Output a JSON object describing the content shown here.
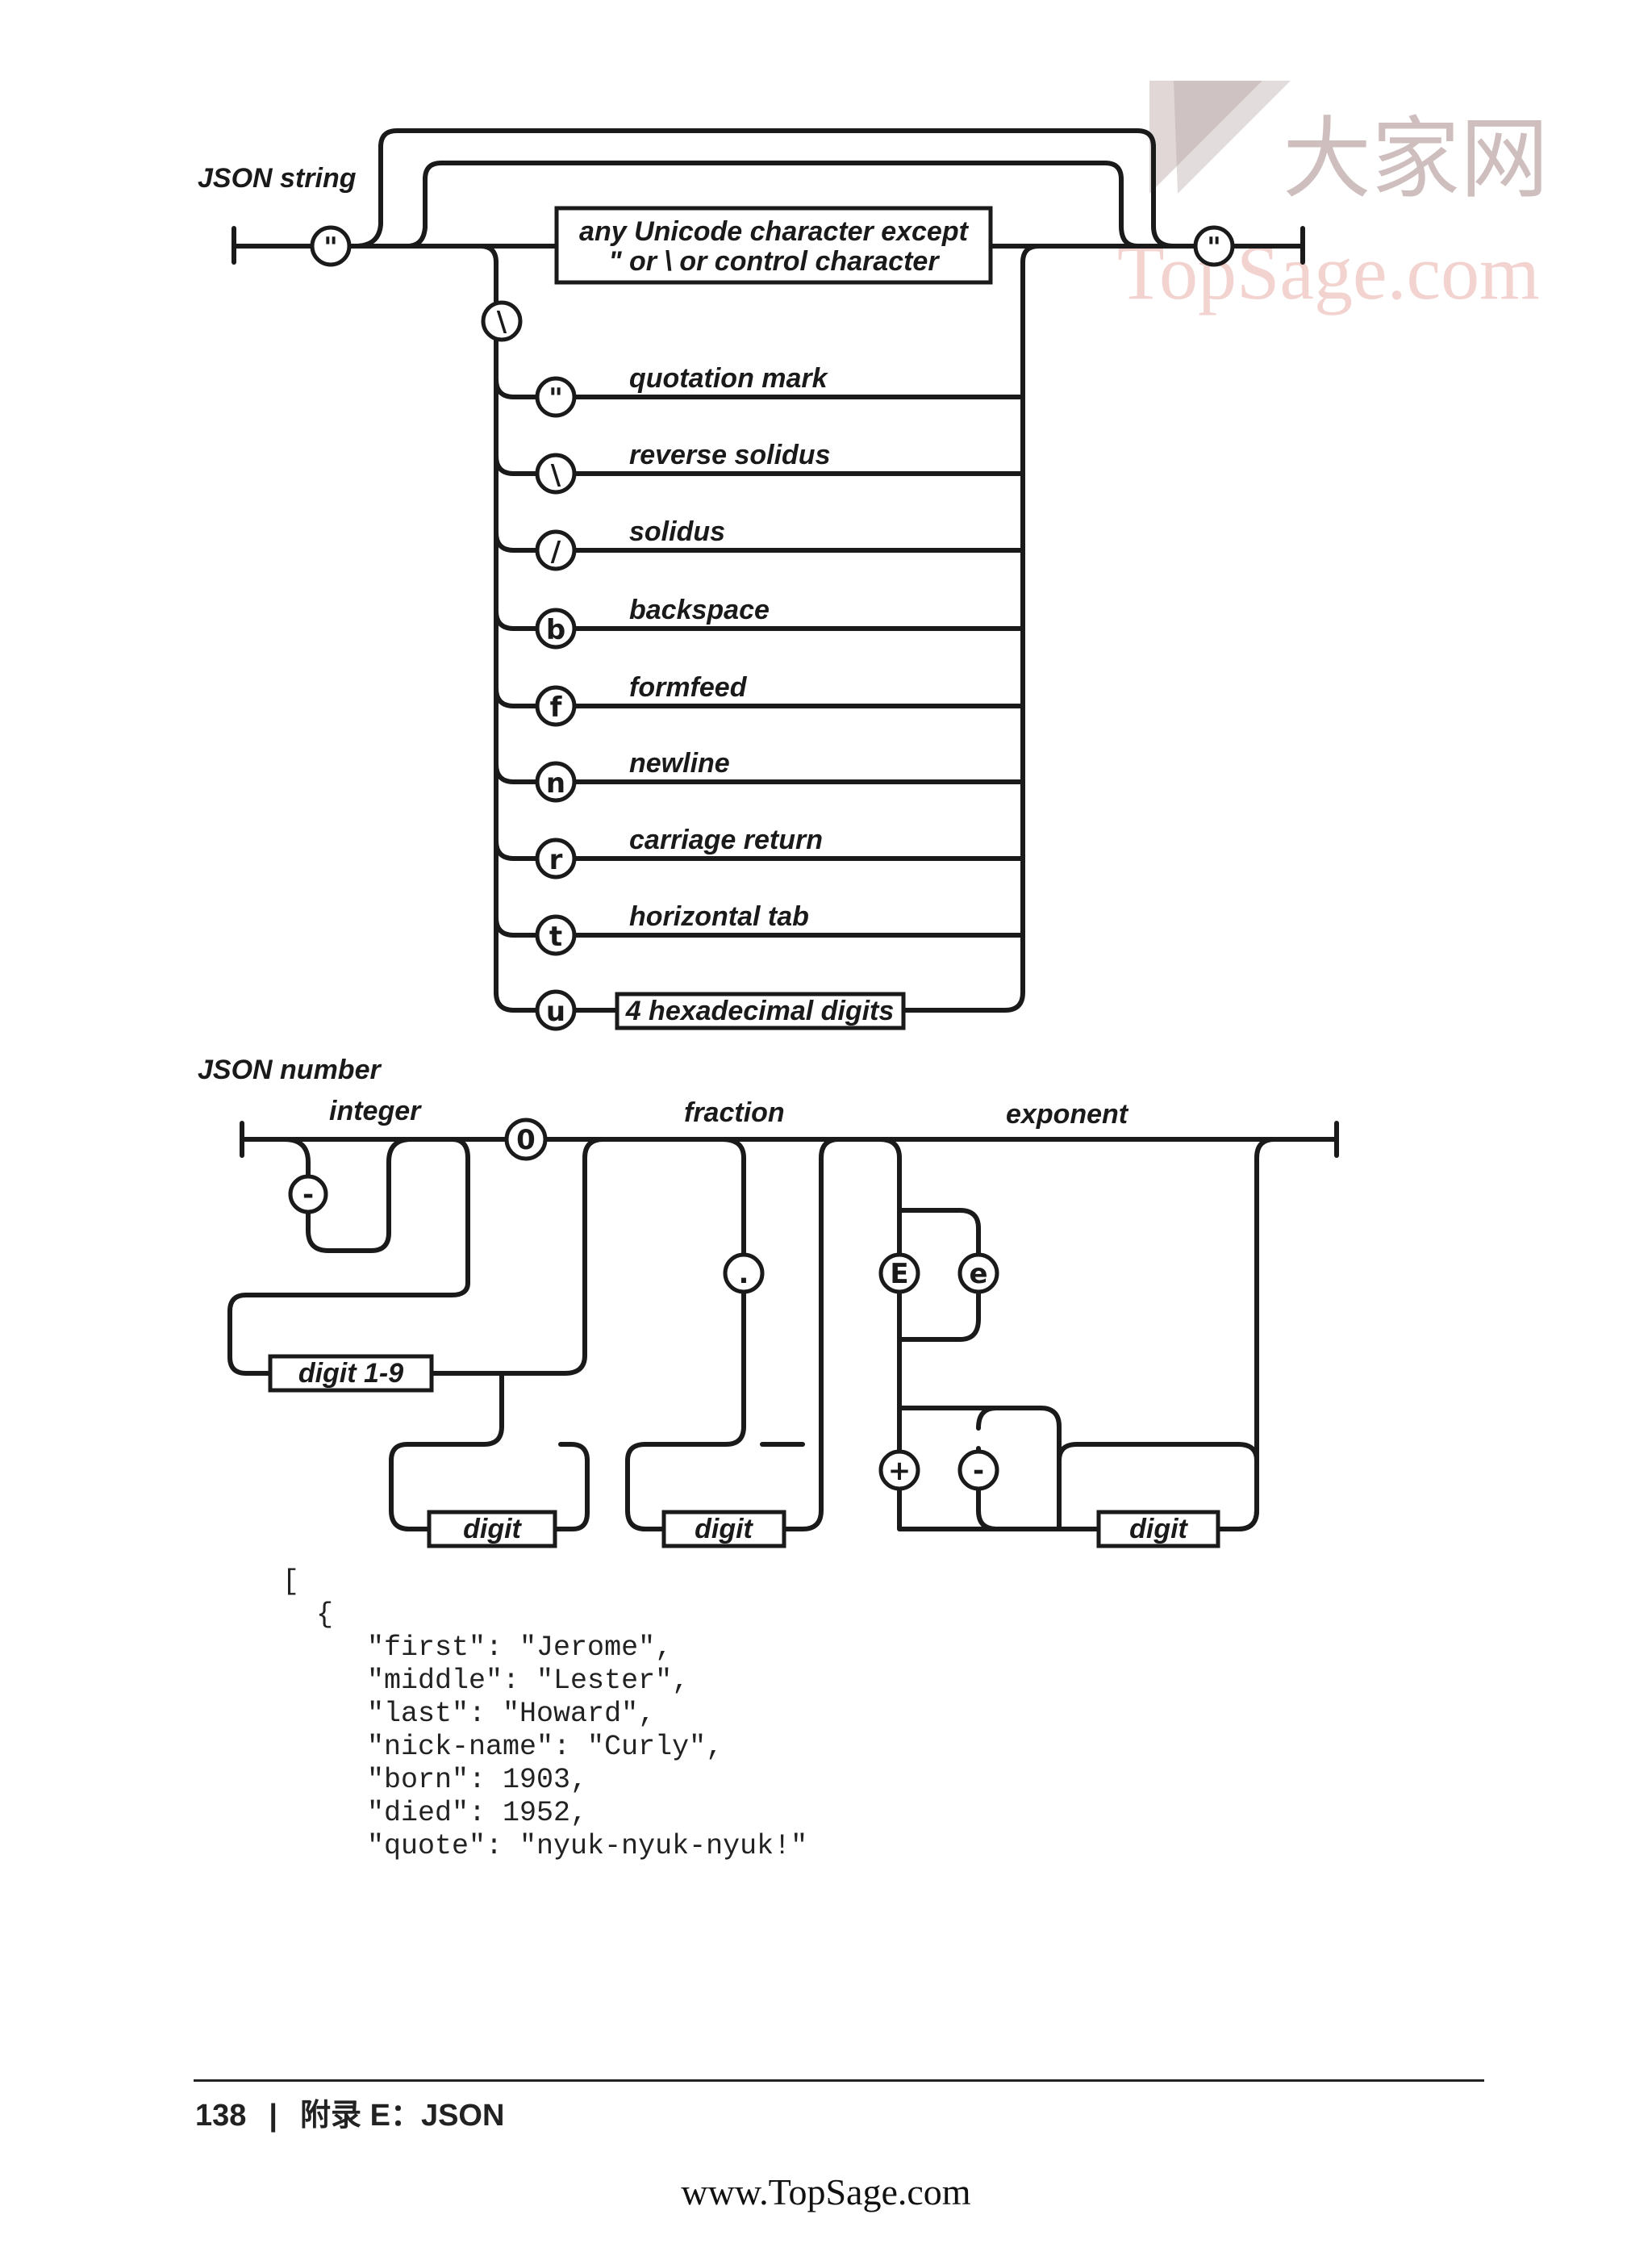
{
  "watermark": {
    "chinese": "大家网",
    "site": "TopSage.com"
  },
  "string_diagram": {
    "title": "JSON string",
    "quote_symbol": "\"",
    "main_box_line1": "any Unicode character except",
    "main_box_line2": "\" or \\ or control character",
    "escape_symbol": "\\",
    "escapes": [
      {
        "symbol": "\"",
        "label": "quotation mark"
      },
      {
        "symbol": "\\",
        "label": "reverse solidus"
      },
      {
        "symbol": "/",
        "label": "solidus"
      },
      {
        "symbol": "b",
        "label": "backspace"
      },
      {
        "symbol": "f",
        "label": "formfeed"
      },
      {
        "symbol": "n",
        "label": "newline"
      },
      {
        "symbol": "r",
        "label": "carriage return"
      },
      {
        "symbol": "t",
        "label": "horizontal tab"
      },
      {
        "symbol": "u",
        "label": ""
      }
    ],
    "hex_box": "4 hexadecimal digits"
  },
  "number_diagram": {
    "title": "JSON number",
    "integer_label": "integer",
    "fraction_label": "fraction",
    "exponent_label": "exponent",
    "minus": "-",
    "zero": "0",
    "digit19": "digit 1-9",
    "digit": "digit",
    "dot": ".",
    "E_upper": "E",
    "e_lower": "e",
    "plus": "+",
    "exp_minus": "-"
  },
  "code_lines": [
    "[",
    "  {",
    "     \"first\": \"Jerome\",",
    "     \"middle\": \"Lester\",",
    "     \"last\": \"Howard\",",
    "     \"nick-name\": \"Curly\",",
    "     \"born\": 1903,",
    "     \"died\": 1952,",
    "     \"quote\": \"nyuk-nyuk-nyuk!\""
  ],
  "footer": {
    "page": "138",
    "separator": "|",
    "section": "附录 E：JSON"
  },
  "site_url": "www.TopSage.com"
}
